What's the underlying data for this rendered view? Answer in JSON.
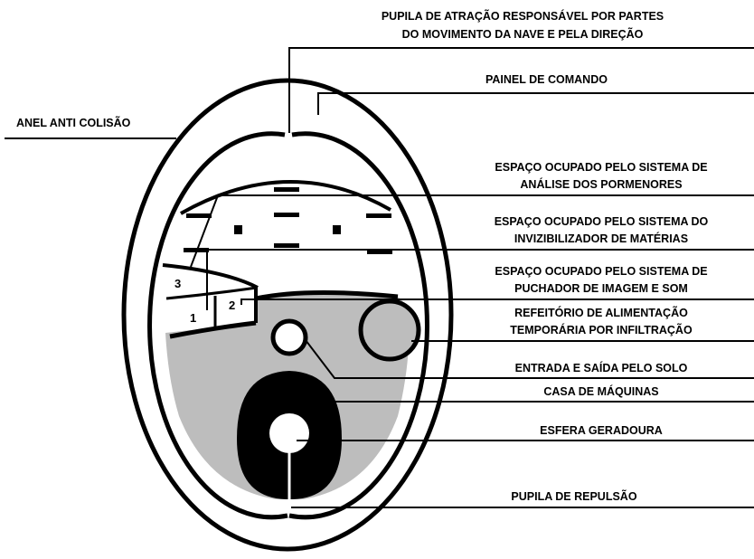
{
  "labels": {
    "pupila_atracao_1": "PUPILA DE ATRAÇÃO RESPONSÁVEL POR PARTES",
    "pupila_atracao_2": "DO MOVIMENTO DA NAVE E PELA DIREÇÃO",
    "painel": "PAINEL DE COMANDO",
    "anel": "ANEL ANTI COLISÃO",
    "analise_1": "ESPAÇO OCUPADO PELO SISTEMA DE",
    "analise_2": "ANÁLISE DOS PORMENORES",
    "invisibilizador_1": "ESPAÇO OCUPADO PELO SISTEMA DO",
    "invisibilizador_2": "INVIZIBILIZADOR DE MATÉRIAS",
    "puchador_1": "ESPAÇO OCUPADO PELO SISTEMA DE",
    "puchador_2": "PUCHADOR DE IMAGEM E SOM",
    "refeitorio_1": "REFEITÓRIO DE ALIMENTAÇÃO",
    "refeitorio_2": "TEMPORÁRIA POR INFILTRAÇÃO",
    "entrada": "ENTRADA E SAÍDA PELO SOLO",
    "casa": "CASA DE MÁQUINAS",
    "esfera": "ESFERA GERADOURA",
    "repulsao": "PUPILA DE REPULSÃO"
  },
  "numbers": {
    "n1": "1",
    "n2": "2",
    "n3": "3"
  },
  "colors": {
    "ink": "#000000",
    "fill_gray": "#bdbdbd",
    "background": "#ffffff"
  }
}
